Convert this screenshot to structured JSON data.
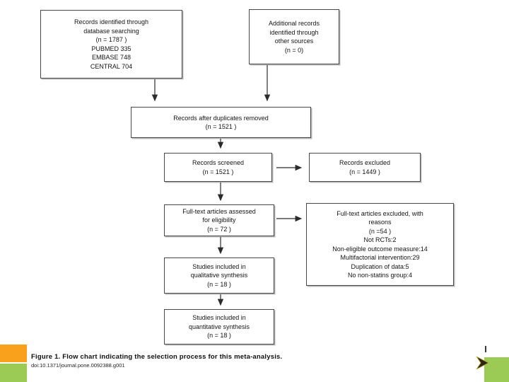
{
  "slide": {
    "caption_title": "Figure 1. Flow chart indicating the selection process for this meta-analysis.",
    "caption_doi": "doi:10.1371/journal.pone.0092388.g001"
  },
  "flowchart": {
    "boxes": [
      {
        "name": "records-identified",
        "lines": [
          "Records identified through",
          "database searching",
          "(n = 1787 )",
          "PUBMED 335",
          "EMBASE 748",
          "CENTRAL 704"
        ]
      },
      {
        "name": "additional-records",
        "lines": [
          "Additional records",
          "identified through",
          "other sources",
          "(n = 0)"
        ]
      },
      {
        "name": "after-duplicates",
        "lines": [
          "Records after duplicates removed",
          "(n = 1521 )"
        ]
      },
      {
        "name": "records-screened",
        "lines": [
          "Records screened",
          "(n = 1521 )"
        ]
      },
      {
        "name": "records-excluded",
        "lines": [
          "Records excluded",
          "(n = 1449 )"
        ]
      },
      {
        "name": "fulltext-assessed",
        "lines": [
          "Full-text articles assessed",
          "for eligibility",
          "(n = 72 )"
        ]
      },
      {
        "name": "fulltext-excluded",
        "lines": [
          "Full-text articles excluded, with",
          "reasons",
          "(n =54 )",
          "Not RCTs:2",
          "Non-eligible outcome measure:14",
          "Multifactorial intervention:29",
          "Duplication of data:5",
          "No non-statins group:4"
        ]
      },
      {
        "name": "qualitative-synthesis",
        "lines": [
          "Studies included in",
          "qualitative synthesis",
          "(n = 18 )"
        ]
      },
      {
        "name": "quantitative-synthesis",
        "lines": [
          "Studies included in",
          "quantitative synthesis",
          "(n = 18 )"
        ]
      }
    ]
  },
  "decor": {
    "orange_block_color": "#F9A01C",
    "green_block_color": "#9BCB55",
    "arrow_color": "#2b2b2b",
    "icons": {
      "corner": "chevron-right-icon",
      "tick": "vertical-tick"
    }
  }
}
